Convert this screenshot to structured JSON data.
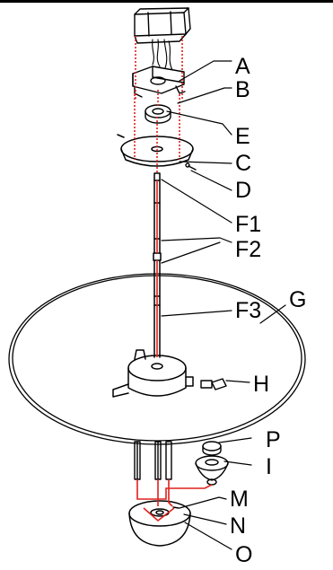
{
  "diagram": {
    "labels": {
      "A": "A",
      "B": "B",
      "E": "E",
      "C": "C",
      "D": "D",
      "F1": "F1",
      "F2": "F2",
      "G": "G",
      "F3": "F3",
      "H": "H",
      "P": "P",
      "I": "I",
      "M": "M",
      "N": "N",
      "O": "O"
    },
    "colors": {
      "line": "#000000",
      "wiring": "#e0201c",
      "background": "#ffffff"
    }
  }
}
